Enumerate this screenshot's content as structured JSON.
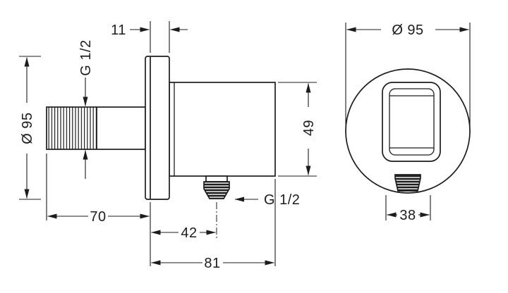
{
  "colors": {
    "line": "#1c1c1c",
    "background": "#ffffff"
  },
  "side_view": {
    "dim_flange_thickness": "11",
    "dim_inlet_thread": "G 1/2",
    "dim_escutcheon_diameter": "Ø 95",
    "dim_body_height": "49",
    "dim_outlet_thread": "G 1/2",
    "dim_projection": "70",
    "dim_outlet_offset": "42",
    "dim_total_depth": "81"
  },
  "front_view": {
    "dim_escutcheon_diameter": "Ø 95",
    "dim_outlet_width": "38"
  }
}
